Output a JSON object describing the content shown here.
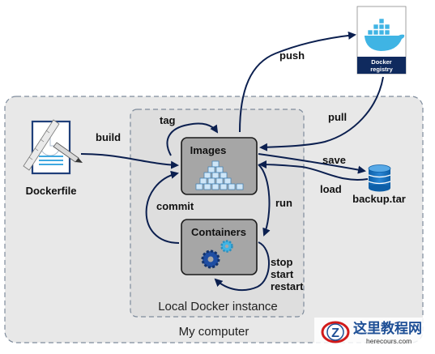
{
  "registry": {
    "label_line1": "Docker",
    "label_line2": "registry"
  },
  "dockerfile": {
    "label": "Dockerfile"
  },
  "backup": {
    "label": "backup.tar"
  },
  "images": {
    "title": "Images"
  },
  "containers": {
    "title": "Containers"
  },
  "regions": {
    "local_instance": "Local Docker instance",
    "my_computer": "My computer"
  },
  "edges": {
    "push": "push",
    "pull": "pull",
    "build": "build",
    "tag": "tag",
    "commit": "commit",
    "run": "run",
    "save": "save",
    "load": "load",
    "stop": "stop",
    "start": "start",
    "restart": "restart"
  },
  "watermark": {
    "brand": "这里教程网",
    "domain": "herecours.com"
  },
  "colors": {
    "region_fill": "#e8e8e8",
    "box_fill": "#a6a6a6",
    "registry_blue": "#0f2a5e",
    "docker_blue": "#3fb4e4",
    "container_blue": "#1f4ea3"
  }
}
